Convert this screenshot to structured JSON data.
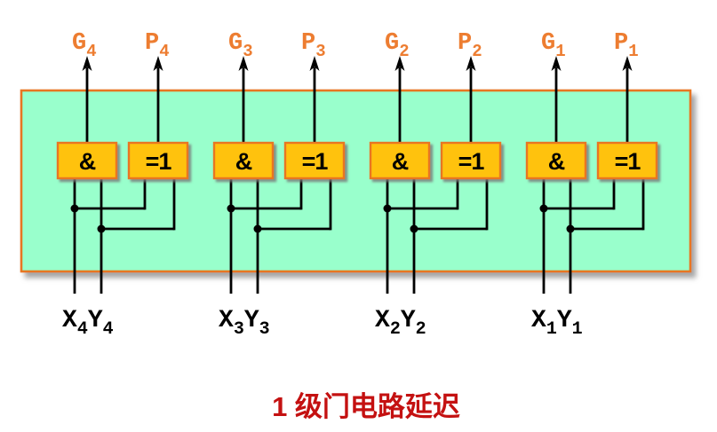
{
  "colors": {
    "panel_fill": "#99FFCC",
    "panel_border": "#E87622",
    "gate_fill": "#FFC20E",
    "gate_border": "#E87622",
    "top_label": "#ED7D31",
    "caption": "#C41111",
    "wire": "#000000"
  },
  "caption": {
    "text": "1 级门电路延迟"
  },
  "groups": [
    {
      "bit": "4",
      "g_main": "G",
      "g_sub": "4",
      "p_main": "P",
      "p_sub": "4",
      "and_label": "&",
      "xor_label": "=1",
      "in_x": "X",
      "in_x_sub": "4",
      "in_y": "Y",
      "in_y_sub": "4"
    },
    {
      "bit": "3",
      "g_main": "G",
      "g_sub": "3",
      "p_main": "P",
      "p_sub": "3",
      "and_label": "&",
      "xor_label": "=1",
      "in_x": "X",
      "in_x_sub": "3",
      "in_y": "Y",
      "in_y_sub": "3"
    },
    {
      "bit": "2",
      "g_main": "G",
      "g_sub": "2",
      "p_main": "P",
      "p_sub": "2",
      "and_label": "&",
      "xor_label": "=1",
      "in_x": "X",
      "in_x_sub": "2",
      "in_y": "Y",
      "in_y_sub": "2"
    },
    {
      "bit": "1",
      "g_main": "G",
      "g_sub": "1",
      "p_main": "P",
      "p_sub": "1",
      "and_label": "&",
      "xor_label": "=1",
      "in_x": "X",
      "in_x_sub": "1",
      "in_y": "Y",
      "in_y_sub": "1"
    }
  ]
}
